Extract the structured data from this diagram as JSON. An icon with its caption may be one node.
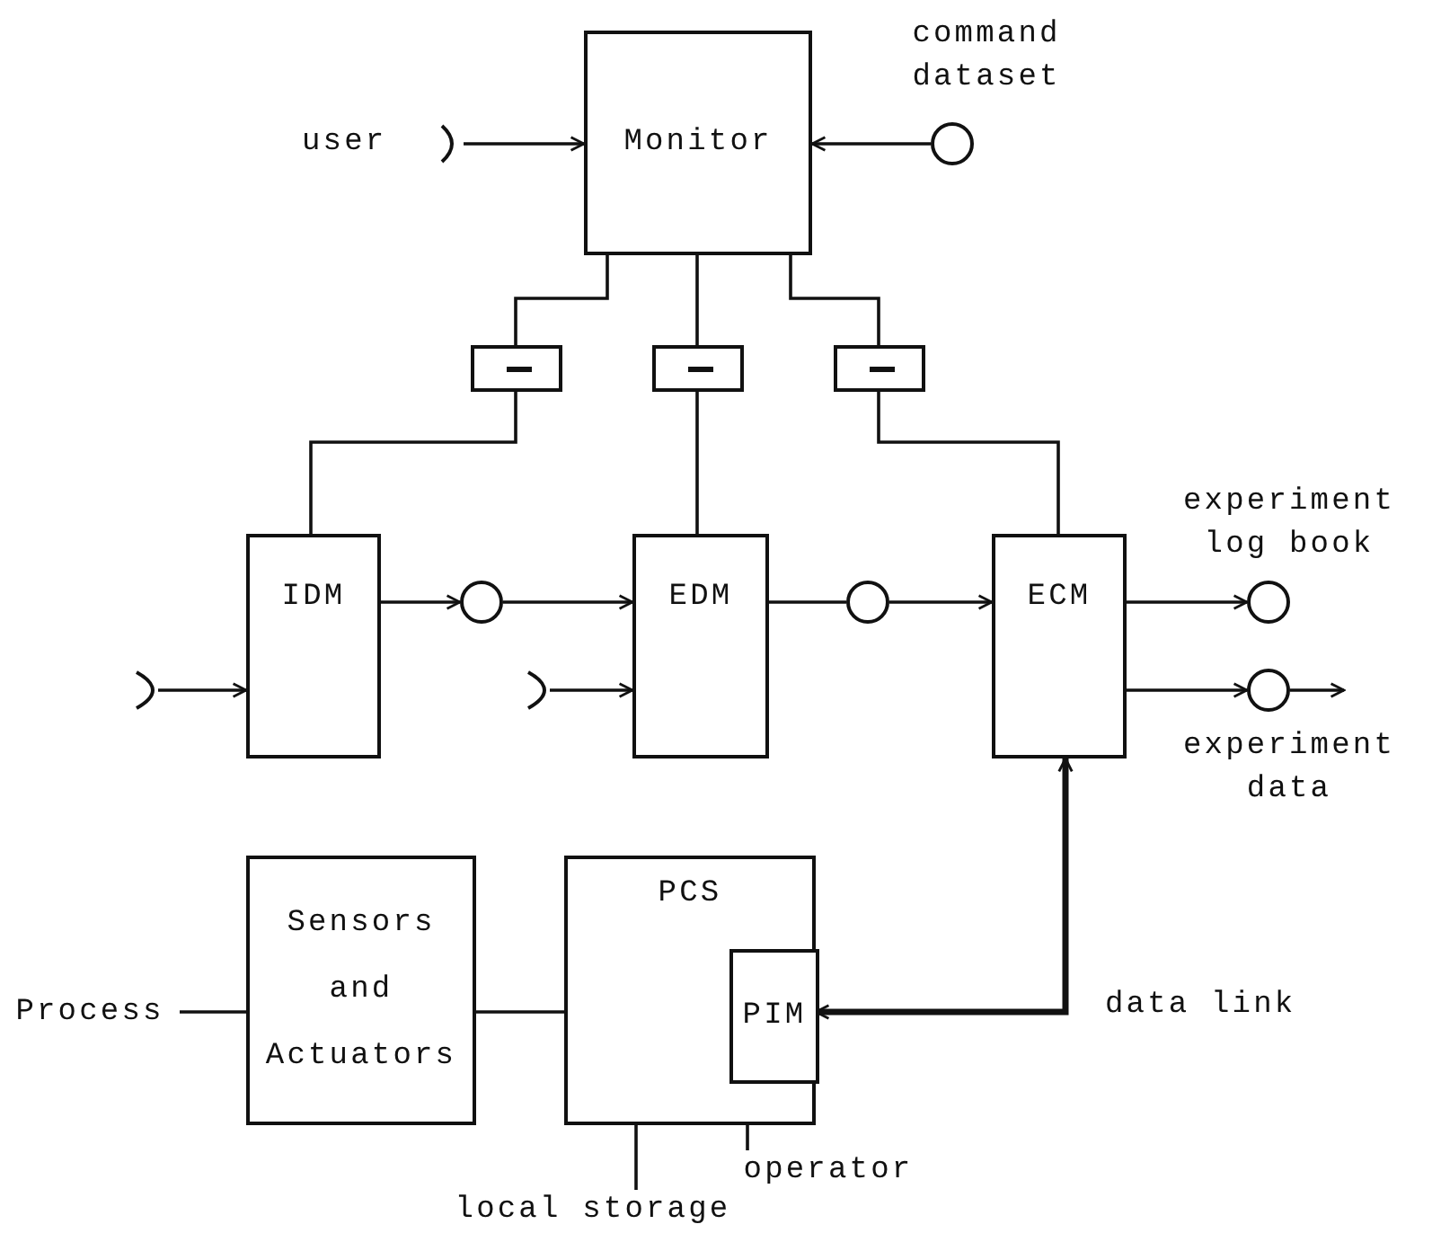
{
  "diagram": {
    "nodes": [
      {
        "text": [
          "Monitor"
        ]
      },
      {
        "text": [
          "user"
        ]
      },
      {
        "text": [
          "command dataset"
        ]
      },
      {
        "text": [],
        "shape": "box"
      },
      {
        "text": [],
        "shape": "box"
      },
      {
        "text": [],
        "shape": "box"
      },
      {
        "text": [
          "IDM"
        ]
      },
      {
        "text": [
          "EDM"
        ]
      },
      {
        "text": [
          "ECM"
        ]
      },
      {
        "text": [],
        "shape": "socket"
      },
      {
        "text": [],
        "shape": "socket"
      },
      {
        "text": [],
        "shape": "circle"
      },
      {
        "text": [],
        "shape": "circle"
      },
      {
        "text": [
          "experiment log book"
        ]
      },
      {
        "text": [
          "experiment data"
        ]
      },
      {
        "text": [
          "Process"
        ]
      },
      {
        "text": [
          "Sensors and Actuators"
        ]
      },
      {
        "text": [
          "PCS"
        ]
      },
      {
        "text": [
          "PIM"
        ],
        "in": 17
      },
      {
        "text": [
          "local storage"
        ]
      },
      {
        "text": [
          "operator"
        ]
      }
    ],
    "edges": [
      {
        "from": 1,
        "to": 0,
        "arrow": "to"
      },
      {
        "from": 2,
        "to": 0,
        "arrow": "to"
      },
      {
        "from": 0,
        "to": 3,
        "arrow": "none"
      },
      {
        "from": 0,
        "to": 4,
        "arrow": "none"
      },
      {
        "from": 0,
        "to": 5,
        "arrow": "none"
      },
      {
        "from": 3,
        "to": 6,
        "arrow": "none"
      },
      {
        "from": 4,
        "to": 7,
        "arrow": "none"
      },
      {
        "from": 5,
        "to": 8,
        "arrow": "none"
      },
      {
        "from": 9,
        "to": 6,
        "arrow": "to"
      },
      {
        "from": 6,
        "to": 11,
        "arrow": "to"
      },
      {
        "from": 11,
        "to": 7,
        "arrow": "to"
      },
      {
        "from": 10,
        "to": 7,
        "arrow": "to"
      },
      {
        "from": 7,
        "to": 12,
        "arrow": "none"
      },
      {
        "from": 12,
        "to": 8,
        "arrow": "to"
      },
      {
        "from": 8,
        "to": 13,
        "arrow": "to"
      },
      {
        "from": 8,
        "to": 14,
        "arrow": "to"
      },
      {
        "from": 14,
        "to": null,
        "arrow": "to"
      },
      {
        "from": 15,
        "to": 16,
        "arrow": "none"
      },
      {
        "from": 16,
        "to": 17,
        "arrow": "none"
      },
      {
        "from": 18,
        "to": 8,
        "arrow": "both",
        "style": "thick",
        "label": "data link"
      },
      {
        "from": 17,
        "to": 19,
        "arrow": "none"
      },
      {
        "from": 17,
        "to": 20,
        "arrow": "none"
      }
    ]
  }
}
